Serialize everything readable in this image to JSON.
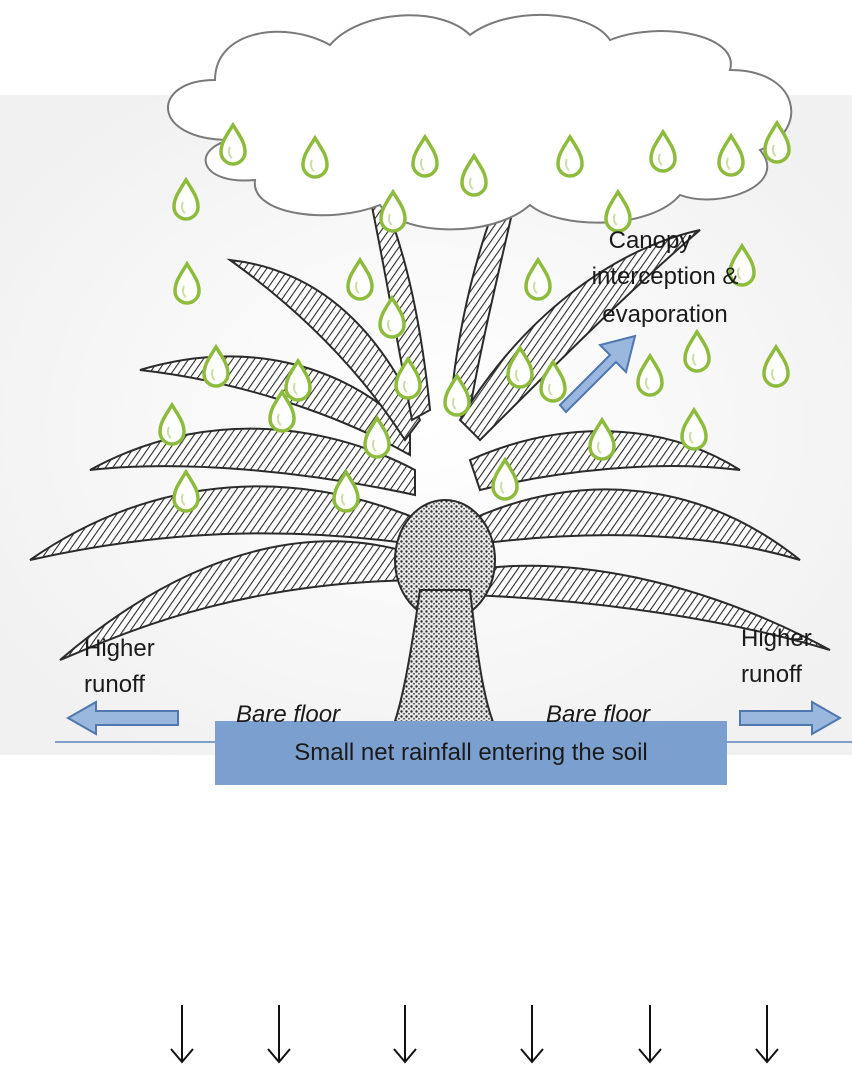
{
  "labels": {
    "canopy_line1": "Canopy",
    "canopy_line2": "interception &",
    "canopy_line3": "evaporation",
    "runoff_left_line1": "Higher",
    "runoff_left_line2": "runoff",
    "runoff_right_line1": "Higher",
    "runoff_right_line2": "runoff",
    "bare_floor_left": "Bare floor",
    "bare_floor_right": "Bare floor",
    "soil_box": "Small net rainfall entering the soil"
  },
  "colors": {
    "raindrop": "#8dbb3c",
    "arrow_fill": "#9ab7dd",
    "arrow_stroke": "#4f77b0",
    "soil_box": "#7ba0cf",
    "ground_line": "#5b84bf",
    "tree": "#2b2b2b"
  },
  "icons": [
    "cloud-icon",
    "raindrop-icon",
    "palm-tree-icon",
    "up-right-arrow-icon",
    "left-arrow-icon",
    "right-arrow-icon",
    "down-arrow-icon"
  ]
}
